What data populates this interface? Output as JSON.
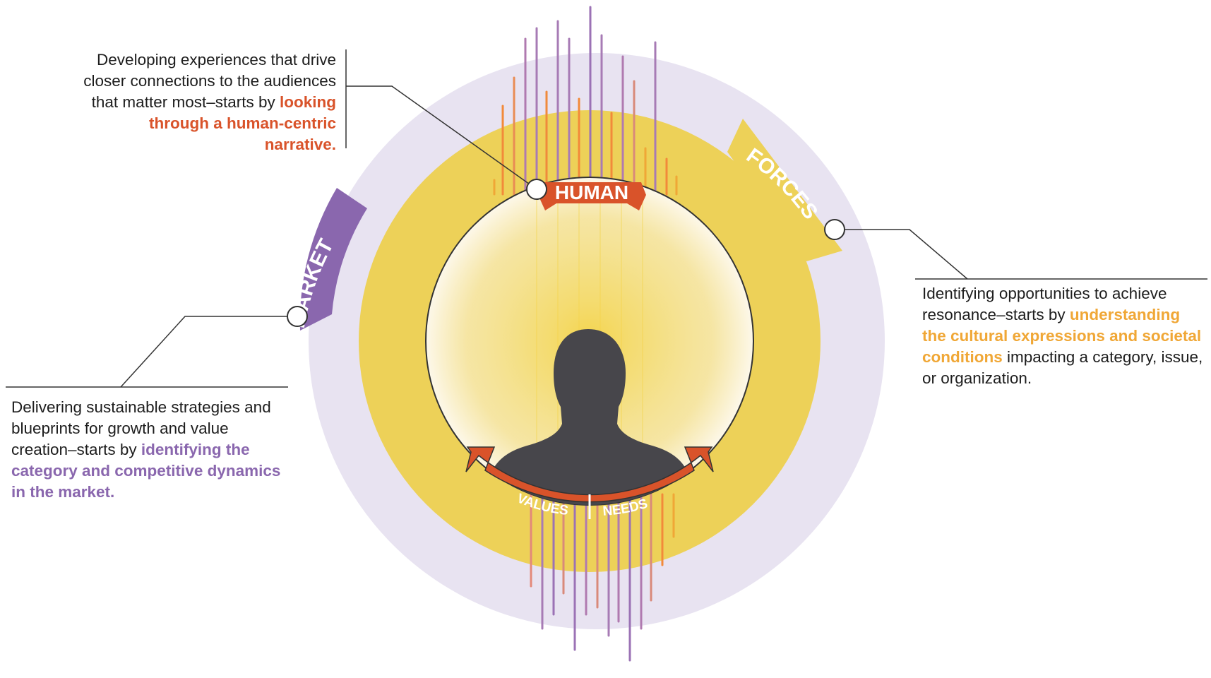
{
  "labels": {
    "human": "HUMAN",
    "forces": "FORCES",
    "market": "MARKET",
    "values": "VALUES",
    "needs": "NEEDS"
  },
  "callouts": {
    "human": {
      "text": "Developing experiences that drive closer connections to the audiences that matter most–starts by ",
      "highlight": "looking through a human-centric narrative."
    },
    "forces": {
      "text_before": "Identifying opportunities to achieve resonance–starts by ",
      "highlight": "understanding the cultural expressions and societal conditions",
      "text_after": " impacting a category, issue, or organization."
    },
    "market": {
      "text": "Delivering sustainable strategies and blueprints for growth and value creation–starts by ",
      "highlight": "identifying the category and competitive dynamics in the market."
    }
  },
  "colors": {
    "human_accent": "#d9532a",
    "forces_accent": "#f0a736",
    "market_accent": "#8a67ae",
    "outer_ring": "#e8e3f1",
    "middle_ring": "#edd158",
    "silhouette": "#47464b"
  },
  "icons": [
    "person-silhouette-icon",
    "sound-wave-lines",
    "curved-double-arrow-icon"
  ]
}
